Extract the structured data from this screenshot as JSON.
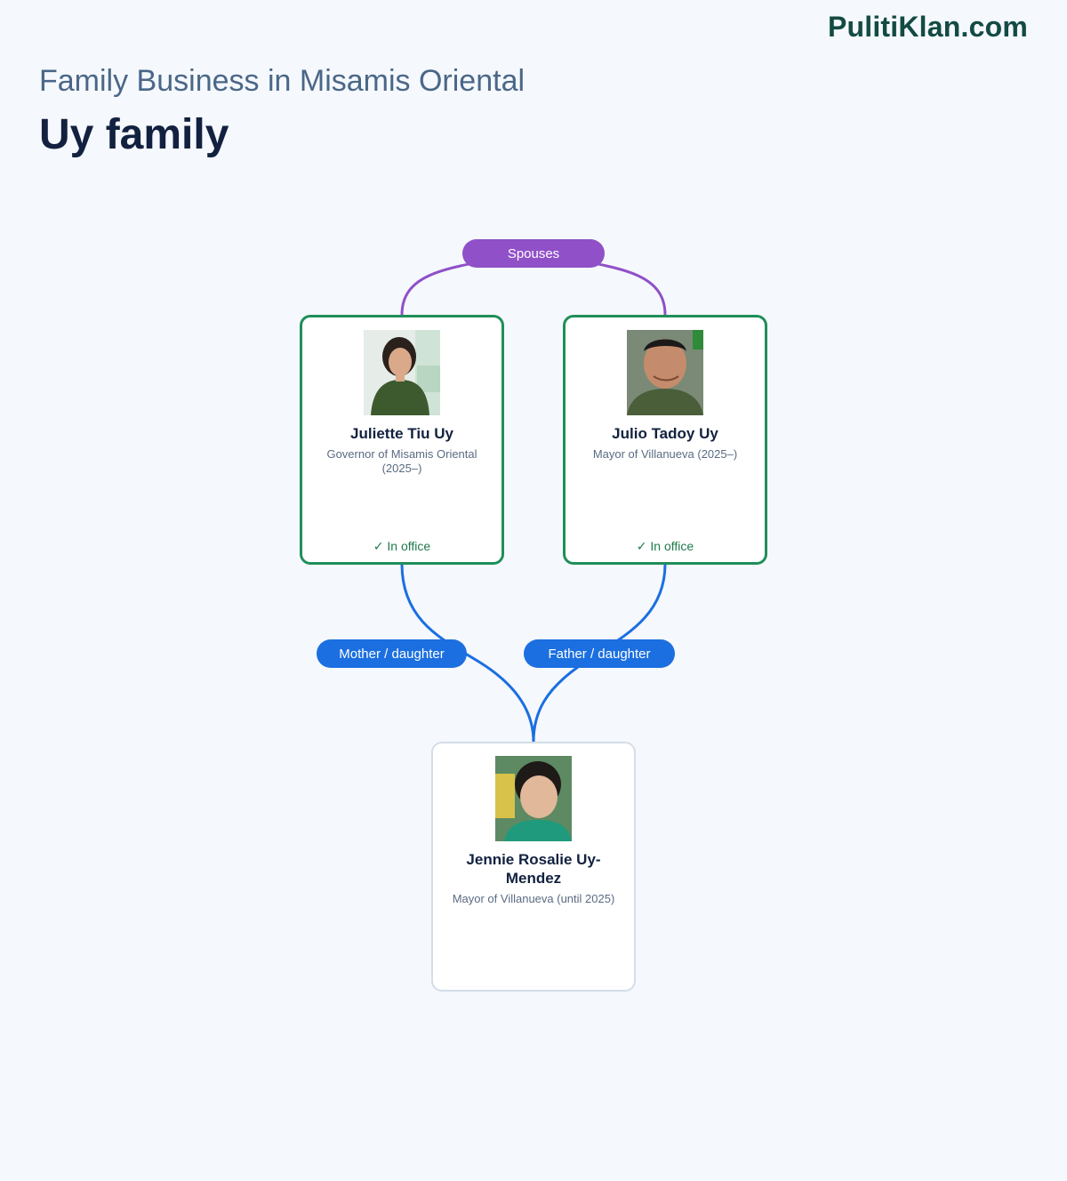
{
  "brand": "PulitiKlan.com",
  "header": {
    "subtitle": "Family Business in Misamis Oriental",
    "title": "Uy family"
  },
  "relations": {
    "spouses": "Spouses",
    "mother_daughter": "Mother / daughter",
    "father_daughter": "Father / daughter"
  },
  "people": [
    {
      "name": "Juliette Tiu Uy",
      "role": "Governor of Misamis Oriental (2025–)",
      "status": "✓ In office"
    },
    {
      "name": "Julio Tadoy Uy",
      "role": "Mayor of Villanueva (2025–)",
      "status": "✓ In office"
    },
    {
      "name": "Jennie Rosalie Uy-Mendez",
      "role": "Mayor of Villanueva (until 2025)",
      "status": ""
    }
  ],
  "colors": {
    "spouse_link": "#9050c8",
    "parent_link": "#1b6fe0",
    "in_office_border": "#1f8f5a",
    "former_border": "#d4dde8",
    "brand": "#134a44"
  }
}
